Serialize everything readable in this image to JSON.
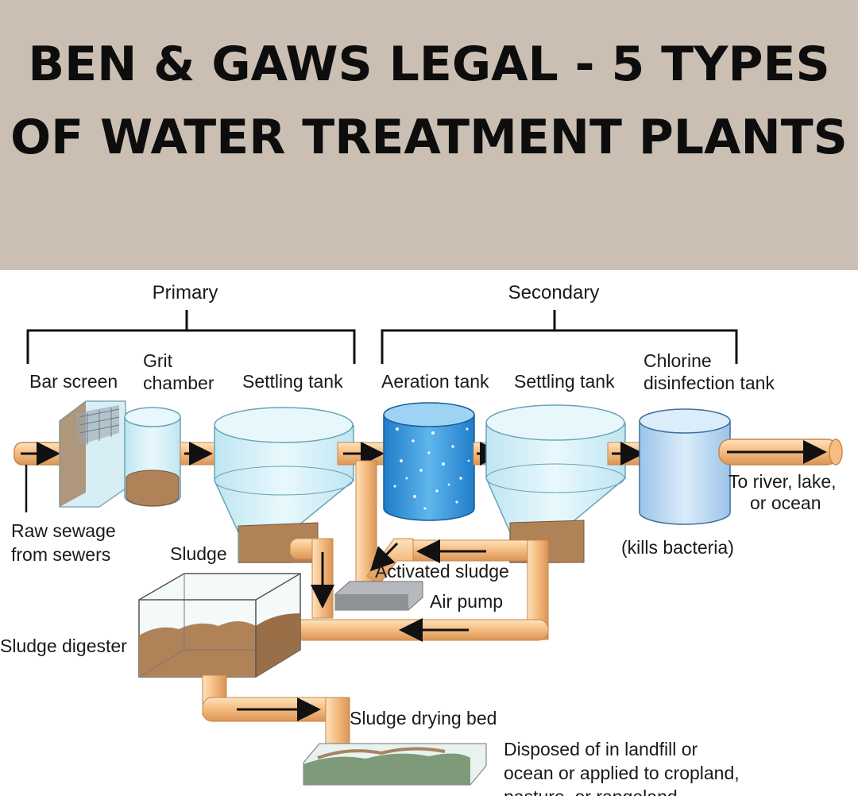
{
  "header": {
    "line1": "BEN & GAWS LEGAL - 5 TYPES",
    "line2": "OF WATER TREATMENT PLANTS",
    "background": "#cbbfb3"
  },
  "diagram": {
    "groups": {
      "primary": "Primary",
      "secondary": "Secondary"
    },
    "stages": {
      "bar_screen": "Bar screen",
      "grit_1": "Grit",
      "grit_2": "chamber",
      "settling_1": "Settling tank",
      "aeration": "Aeration tank",
      "settling_2": "Settling tank",
      "chlorine_1": "Chlorine",
      "chlorine_2": "disinfection tank"
    },
    "labels": {
      "raw_1": "Raw sewage",
      "raw_2": "from sewers",
      "sludge": "Sludge",
      "activated_sludge": "Activated sludge",
      "air_pump": "Air pump",
      "kills_bacteria": "(kills bacteria)",
      "to_river_1": "To river, lake,",
      "to_river_2": "or ocean",
      "sludge_digester": "Sludge digester",
      "drying_bed": "Sludge drying bed",
      "disposed_1": "Disposed of in landfill or",
      "disposed_2": "ocean or applied to cropland,",
      "disposed_3": "pasture, or rangeland"
    },
    "colors": {
      "pipe": "#f5c58c",
      "pipe_edge": "#c9864a",
      "water": "#cdeef7",
      "aeration_water": "#2f8fd8",
      "sludge": "#b08258",
      "chlorine_tank": "#b9d7f1"
    }
  }
}
